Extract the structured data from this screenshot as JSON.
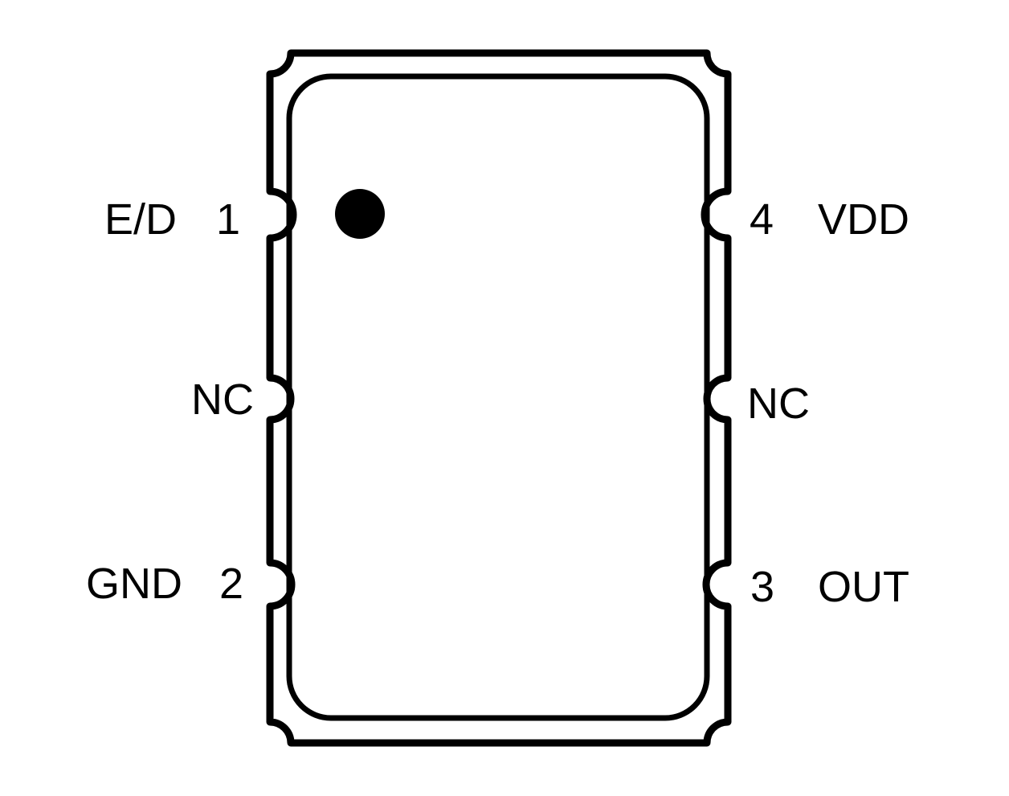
{
  "pins": {
    "left_top": {
      "name": "E/D",
      "number": "1"
    },
    "left_middle": {
      "name": "NC",
      "number": ""
    },
    "left_bottom": {
      "name": "GND",
      "number": "2"
    },
    "right_top": {
      "name": "VDD",
      "number": "4"
    },
    "right_middle": {
      "name": "NC",
      "number": ""
    },
    "right_bottom": {
      "name": "OUT",
      "number": "3"
    }
  },
  "colors": {
    "stroke": "#000000",
    "background": "#ffffff"
  }
}
